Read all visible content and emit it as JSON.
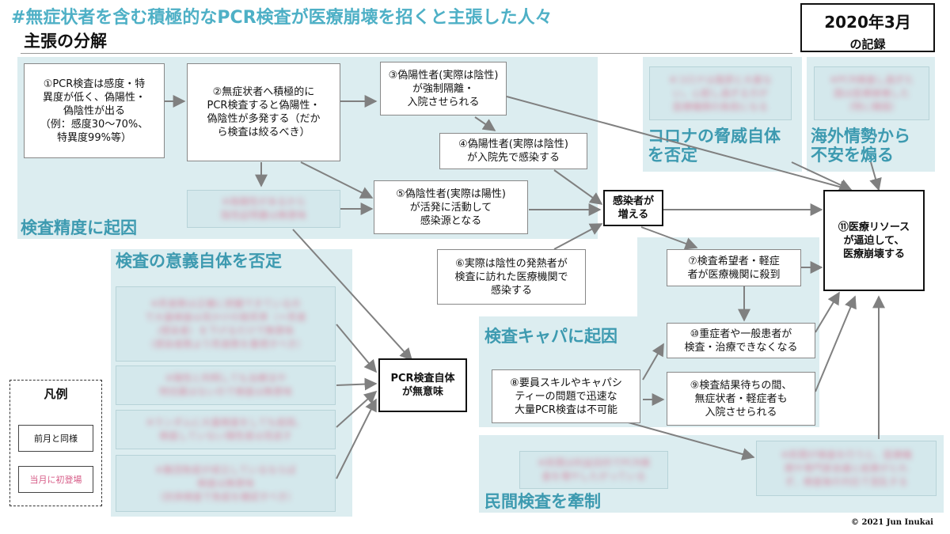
{
  "title": "#無症状者を含む積極的なPCR検査が医療崩壊を招くと主張した人々",
  "subtitle": "主張の分解",
  "date": {
    "line1": "2020年3月",
    "line2": "の記録"
  },
  "groups": {
    "accuracy": "検査精度に起因",
    "meaning": "検査の意義自体を否定",
    "capacity": "検査キャパに起因",
    "private": "民間検査を牽制",
    "threat": "コロナの脅威自体\nを否定",
    "overseas": "海外情勢から\n不安を煽る"
  },
  "nodes": {
    "n1": "①PCR検査は感度・特\n異度が低く、偽陽性・\n偽陰性が出る\n（例：感度30～70%、\n特異度99%等）",
    "n2": "②無症状者へ積極的に\nPCR検査すると偽陽性・\n偽陰性が多発する（だか\nら検査は絞るべき）",
    "n3": "③偽陽性者(実際は陰性)\nが強制隔離・\n入院させられる",
    "n4": "④偽陽性者(実際は陰性)\nが入院先で感染する",
    "n5": "⑤偽陰性者(実際は陽性)\nが活発に活動して\n感染源となる",
    "n6": "⑥実際は陰性の発熱者が\n検査に訪れた医療機関で\n感染する",
    "n7": "⑦検査希望者・軽症\n者が医療機関に殺到",
    "n8": "⑧要員スキルやキャパシ\nティーの問題で迅速な\n大量PCR検査は不可能",
    "n9": "⑨検査結果待ちの間、\n無症状者・軽症者も\n入院させられる",
    "n10": "⑩重症者や一般患者が\n検査・治療できなくなる",
    "n11": "⑪医療リソース\nが逼迫して、\n医療崩壊する",
    "infected": "感染者が\n増える",
    "pcr_meaningless": "PCR検査自体\nが無意味"
  },
  "blurred": {
    "b_threat": "※コロナは風邪と大差な\nい。心配し過ぎる方が\n医療機関の負担になる",
    "b_overseas": "※PCR検査し過ぎた\n国は医療崩壊した\n（特に韓国）",
    "b_accuracy": "※偽陽性があるから\n陰性証明書は無意味",
    "b_m1": "※死者数は正確に把握できているの\nで大量検査は見かけの致死率（＝死者\n/感染者）を下げるだけで無意味\n（感染者数より死者数を重視すべき）",
    "b_m2": "※陽性と判明しても治療法や\n特効薬はないので検査は無意味",
    "b_m3": "※ランダムに大量検査をしても結局、\n検査していない陽性者は見逃す",
    "b_m4": "※集団免疫が成立しているならば\n検査は無意味\n（抗体検査で免疫を確認すべき）",
    "b_p1": "※民間は利益目的でPCR検\n査を増やしたがっている",
    "b_p2": "※民間が検査を行うと、医療機\n関や専門家会議と結果がとれ\nず、検査後の対応で混乱する"
  },
  "legend": {
    "title": "凡例",
    "same": "前月と同様",
    "new": "当月に初登場"
  },
  "copyright": "© 2021 Jun Inukai",
  "colors": {
    "region": "#dcedf0",
    "label": "#3d9ab0",
    "title": "#4eb0c6",
    "arrow": "#808080",
    "new_text": "#d65a86"
  }
}
